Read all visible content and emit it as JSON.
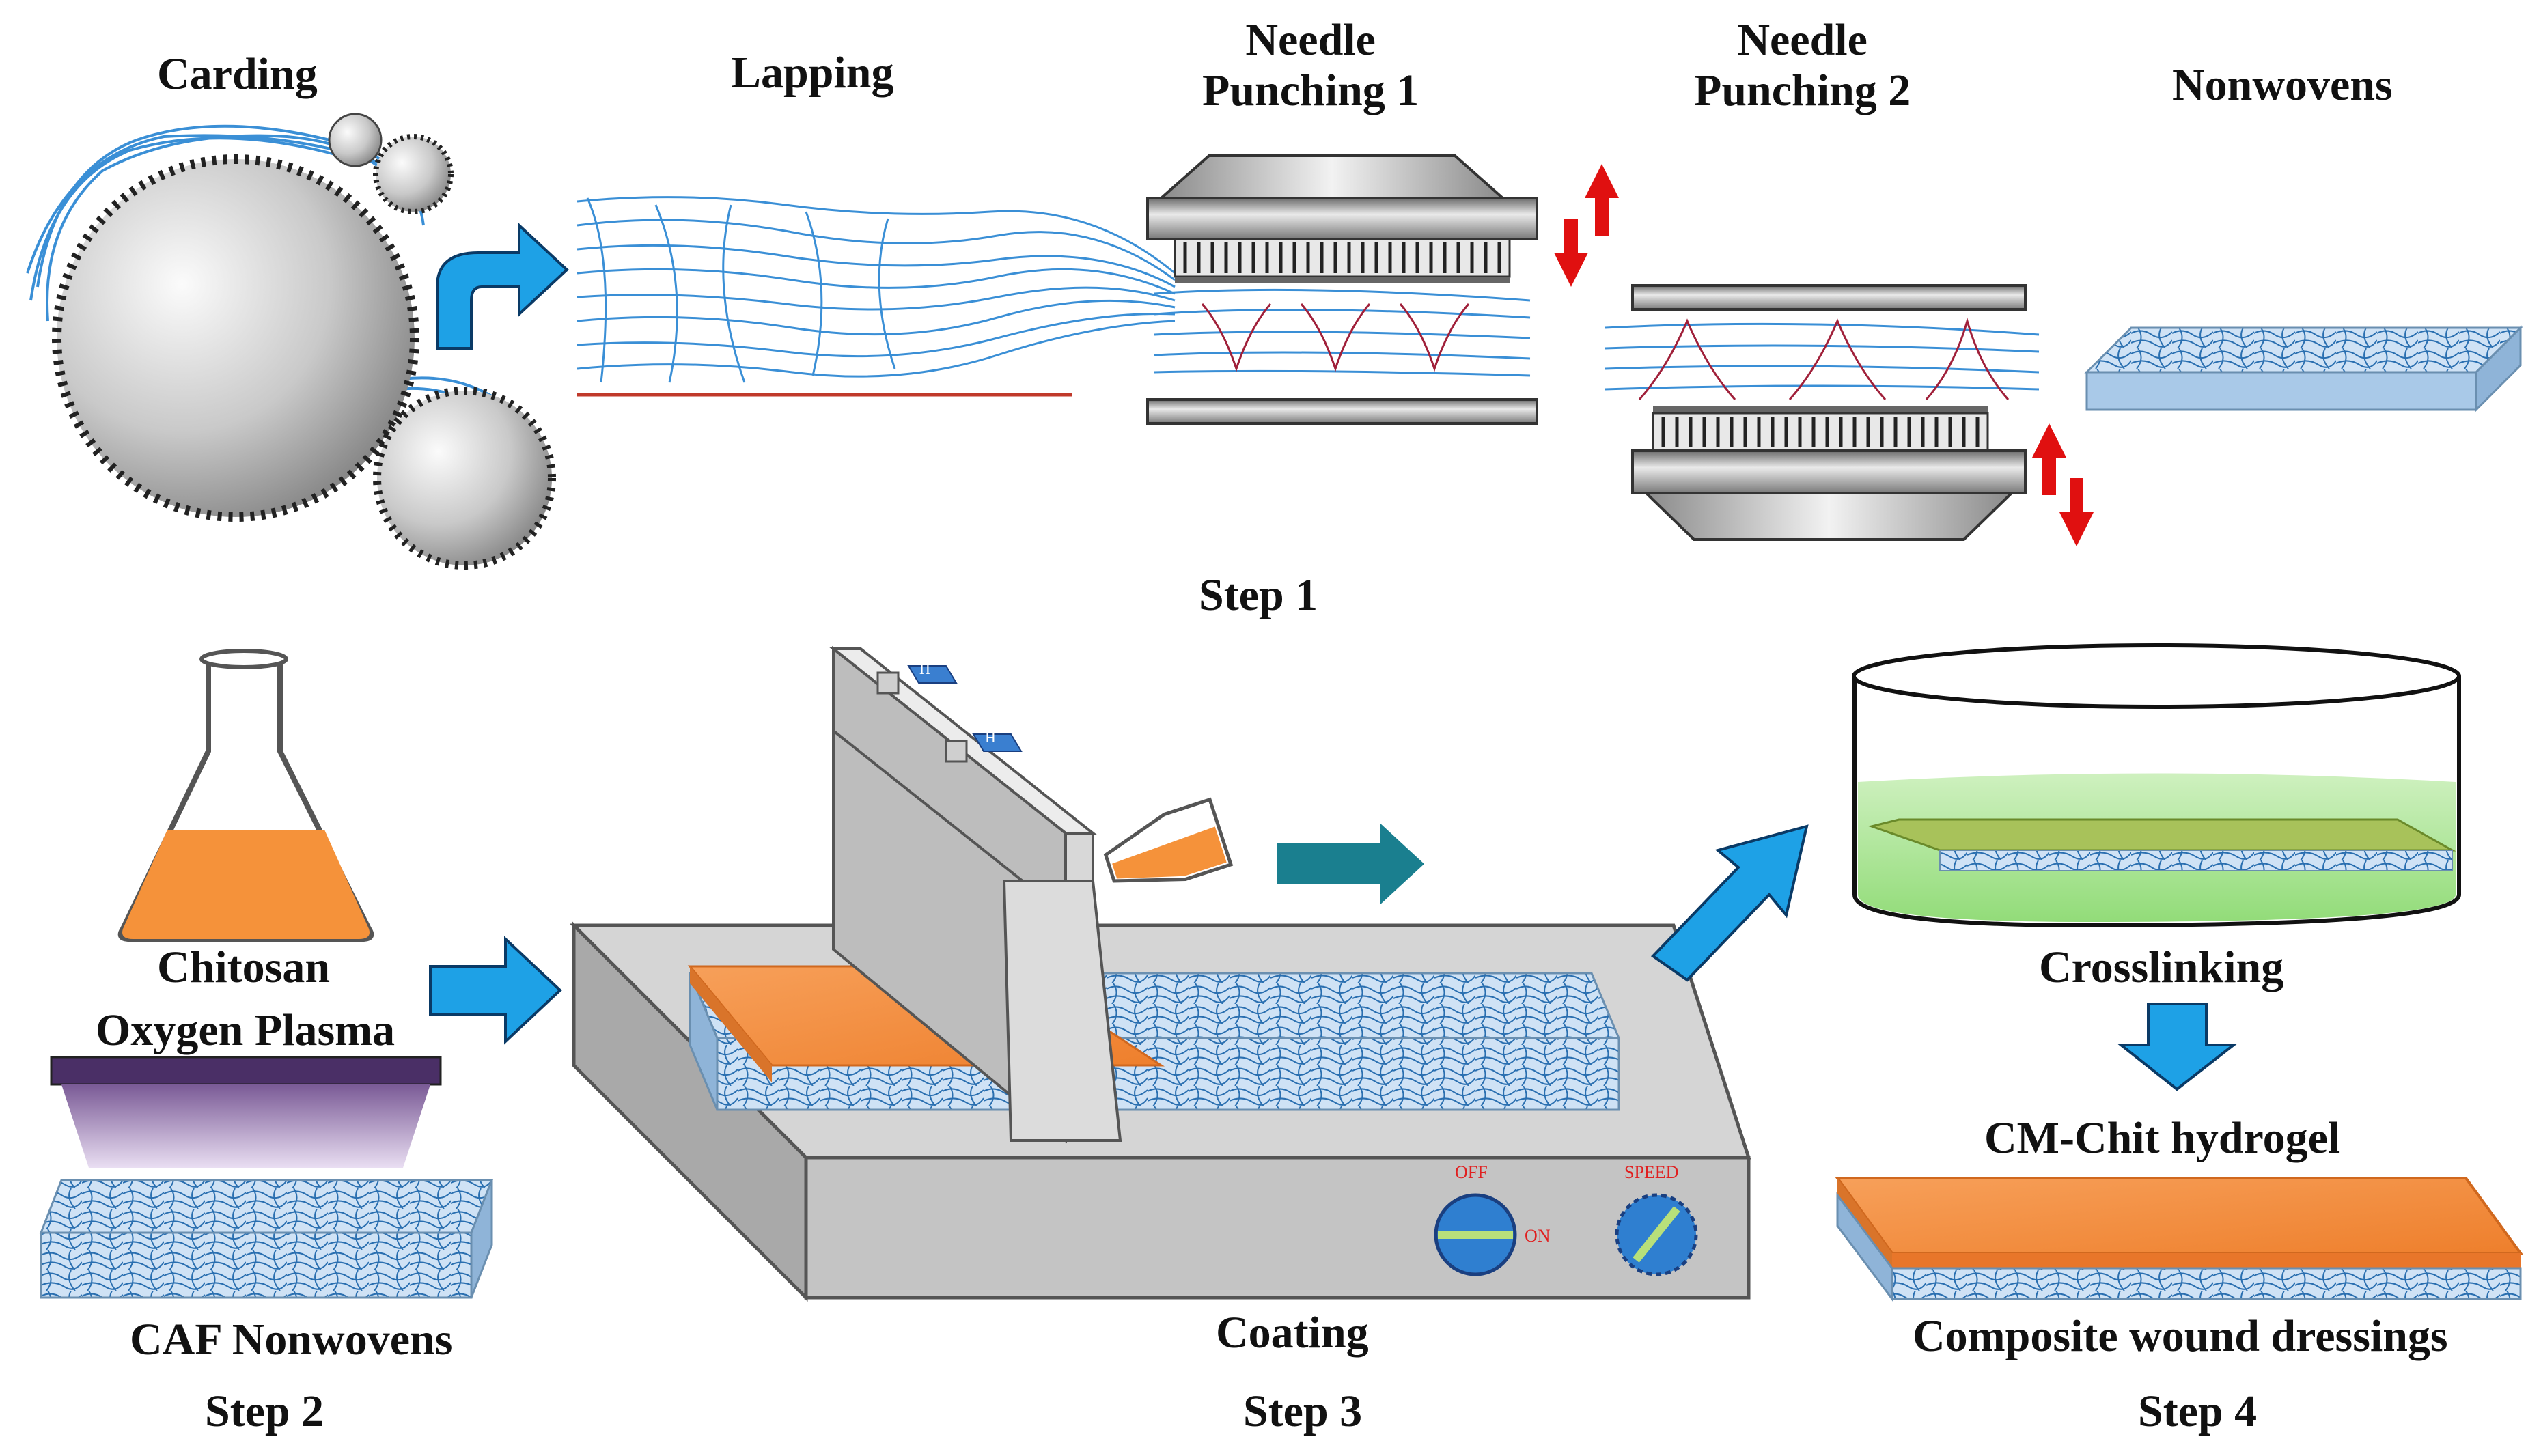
{
  "step1": {
    "label": "Step 1",
    "carding": "Carding",
    "lapping": "Lapping",
    "needle1_line1": "Needle",
    "needle1_line2": "Punching 1",
    "needle2_line1": "Needle",
    "needle2_line2": "Punching 2",
    "nonwovens": "Nonwovens"
  },
  "step2": {
    "label": "Step 2",
    "chitosan": "Chitosan",
    "plasma": "Oxygen Plasma",
    "caf": "CAF Nonwovens"
  },
  "step3": {
    "label": "Step 3",
    "coating": "Coating",
    "knob_off": "OFF",
    "knob_on": "ON",
    "knob_speed": "SPEED",
    "tag1": "H",
    "tag2": "H"
  },
  "step4": {
    "label": "Step 4",
    "crosslinking": "Crosslinking",
    "hydrogel": "CM-Chit hydrogel",
    "dressing": "Composite wound dressings"
  },
  "colors": {
    "fiber": "#3a8fd6",
    "needle_fiber": "#c0392b",
    "arrow": "#1ea1e6",
    "teal_arrow": "#1a7f8f",
    "orange": "#f5923a",
    "red": "#e01010",
    "hydrogel": "#9be07a",
    "plasma": "#5b3c78"
  }
}
